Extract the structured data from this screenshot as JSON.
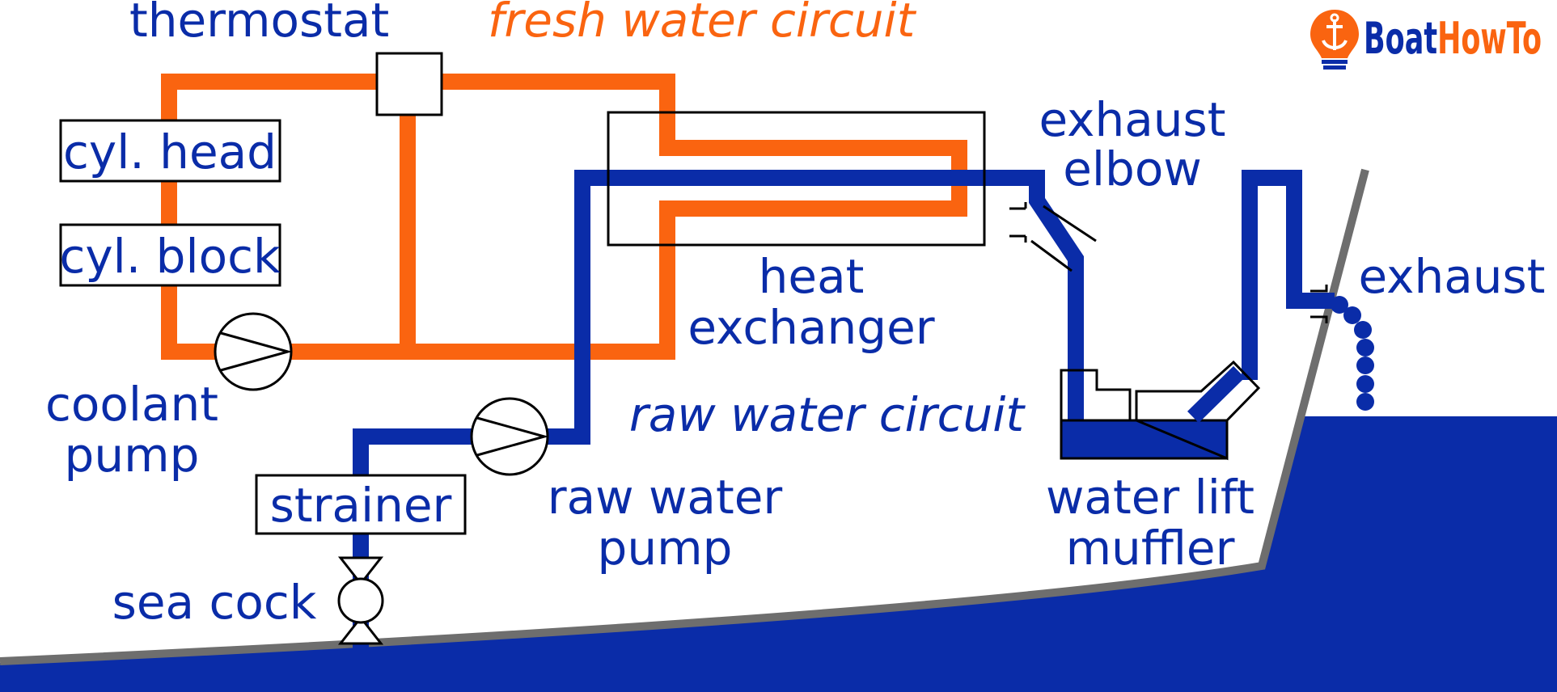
{
  "colors": {
    "fresh_water": "#fa6410",
    "raw_water": "#0a2ca8",
    "label_blue": "#0a2ca8",
    "hull": "#6e6e6e",
    "sea": "#0a2ca8",
    "outline": "#000000"
  },
  "labels": {
    "thermostat": "thermostat",
    "fresh_water_circuit": "fresh water circuit",
    "cyl_head": "cyl. head",
    "cyl_block": "cyl. block",
    "coolant_pump_1": "coolant",
    "coolant_pump_2": "pump",
    "heat_exchanger_1": "heat",
    "heat_exchanger_2": "exchanger",
    "exhaust_elbow_1": "exhaust",
    "exhaust_elbow_2": "elbow",
    "raw_water_circuit": "raw water circuit",
    "raw_water_pump_1": "raw water",
    "raw_water_pump_2": "pump",
    "strainer": "strainer",
    "sea_cock": "sea cock",
    "water_lift_muffler_1": "water lift",
    "water_lift_muffler_2": "muffler",
    "exhaust": "exhaust"
  },
  "logo": {
    "icon": "lightbulb-anchor-icon",
    "text_part1": "Boat",
    "text_part2": "HowTo"
  }
}
